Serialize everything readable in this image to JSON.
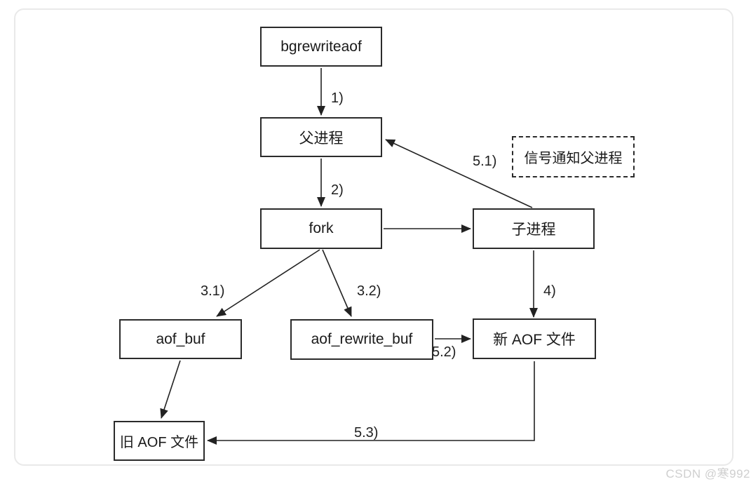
{
  "watermark": "CSDN @寒992",
  "colors": {
    "line": "#222222",
    "box_border": "#2b2b2b",
    "text": "#1a1a1a",
    "card_border": "#e9e9e9",
    "watermark": "#cfcfcf"
  },
  "diagram": {
    "nodes": {
      "bgrewriteaof": {
        "label": "bgrewriteaof"
      },
      "parent_process": {
        "label": "父进程"
      },
      "fork": {
        "label": "fork"
      },
      "child_process": {
        "label": "子进程"
      },
      "aof_buf": {
        "label": "aof_buf"
      },
      "aof_rewrite_buf": {
        "label": "aof_rewrite_buf"
      },
      "new_aof_file": {
        "label": "新 AOF 文件"
      },
      "old_aof_file": {
        "label": "旧 AOF 文件"
      },
      "signal_note": {
        "label": "信号通知父进程"
      }
    },
    "edge_labels": {
      "step1": "1)",
      "step2": "2)",
      "step3_1": "3.1)",
      "step3_2": "3.2)",
      "step4": "4)",
      "step5_1": "5.1)",
      "step5_2": "5.2)",
      "step5_3": "5.3)"
    }
  }
}
